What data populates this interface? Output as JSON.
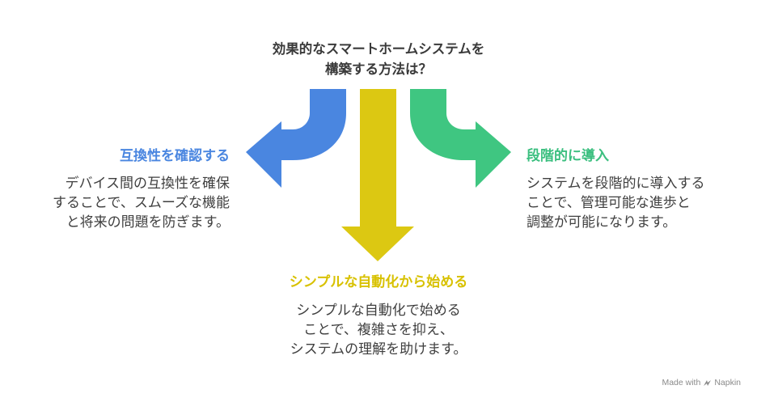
{
  "title": {
    "line1": "効果的なスマートホームシステムを",
    "line2": "構築する方法は？"
  },
  "branches": [
    {
      "heading": "互換性を確認する",
      "lines": [
        "デバイス間の互換性を確保",
        "することで、スムーズな機能",
        "と将来の問題を防ぎます。"
      ],
      "color": "#4a86e0"
    },
    {
      "heading": "シンプルな自動化から始める",
      "lines": [
        "シンプルな自動化で始める",
        "ことで、複雑さを抑え、",
        "システムの理解を助けます。"
      ],
      "color": "#dcc812"
    },
    {
      "heading": "段階的に導入",
      "lines": [
        "システムを段階的に導入する",
        "ことで、管理可能な進歩と",
        "調整が可能になります。"
      ],
      "color": "#3fc681"
    }
  ],
  "watermark": {
    "prefix": "Made with",
    "brand": "Napkin",
    "icon": "napkin-logo-icon"
  }
}
